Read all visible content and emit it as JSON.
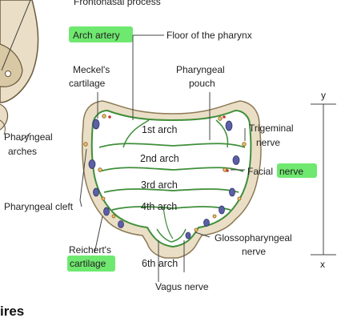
{
  "labels": {
    "frontonasal": "Frontonasal process",
    "arch_artery": "Arch artery",
    "floor_pharynx": "Floor of the pharynx",
    "meckels_1": "Meckel's",
    "meckels_2": "cartilage",
    "pouch_1": "Pharyngeal",
    "pouch_2": "pouch",
    "arches_1": "Pharyngeal",
    "arches_2": "arches",
    "arch_1": "1st arch",
    "arch_2": "2nd arch",
    "arch_3": "3rd arch",
    "arch_4": "4th arch",
    "arch_6": "6th arch",
    "trigeminal_1": "Trigeminal",
    "trigeminal_2": "nerve",
    "facial_a": "Facial",
    "facial_b": "nerve",
    "cleft": "Pharyngeal cleft",
    "glosso_1": "Glossopharyngeal",
    "glosso_2": "nerve",
    "reichert_1": "Reichert's",
    "reichert_2": "cartilage",
    "vagus": "Vagus nerve",
    "axis_y": "y",
    "axis_x": "x",
    "footer_fragment": "ires"
  },
  "colors": {
    "highlight": "#6fe86f",
    "tissue": "#eadfc6",
    "tissue_dark": "#d8c8a3",
    "artery_green": "#3f8f3a",
    "cartilage_blue": "#5b5fa3",
    "nerve_dot": "#c0392b"
  }
}
